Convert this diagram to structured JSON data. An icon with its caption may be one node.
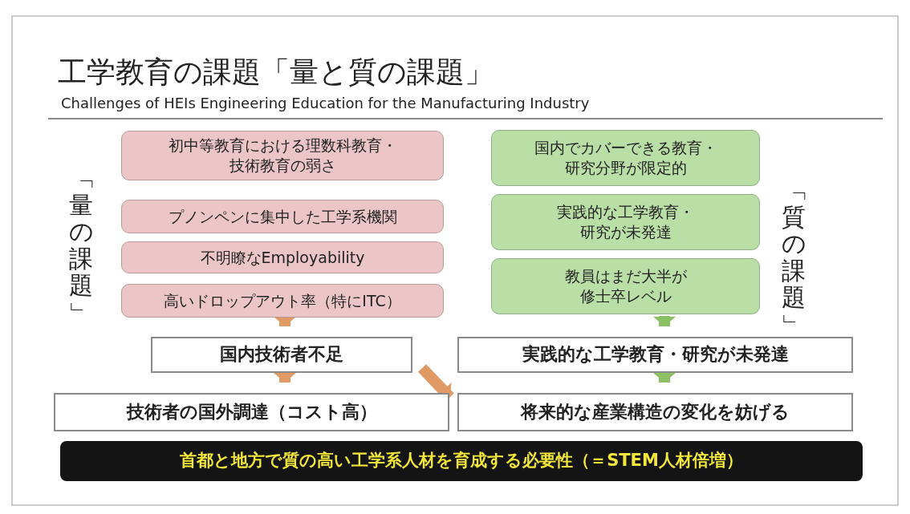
{
  "diagram": {
    "title": "工学教育の課題「量と質の課題」",
    "nodes": [
      {
        "text": [
          "初中等教育における理数科教育・技術教育の弱さ"
        ]
      },
      {
        "text": [
          "プノンペンに集中した工学系機関"
        ]
      },
      {
        "text": [
          "不明瞭なEmployability"
        ]
      },
      {
        "text": [
          "高いドロップアウト率（特にITC）"
        ]
      },
      {
        "text": [
          "国内でカバーできる教育・研究分野が限定的"
        ]
      },
      {
        "text": [
          "実践的な工学教育・研究が未発達"
        ]
      },
      {
        "text": [
          "教員はまだ大半が修士卒レベル"
        ]
      },
      {
        "text": [
          "国内技術者不足"
        ]
      },
      {
        "text": [
          "実践的な工学教育・研究が未発達"
        ]
      },
      {
        "text": [
          "技術者の国外調達（コスト高）"
        ]
      },
      {
        "text": [
          "将来的な産業構造の変化を妨げる"
        ]
      },
      {
        "text": [
          "首都と地方で質の高い工学系人材を育成する必要性（＝STEM人材倍増）"
        ]
      }
    ],
    "edges": [
      {
        "from": 3,
        "to": 7,
        "arrow": "to"
      },
      {
        "from": 6,
        "to": 8,
        "arrow": "to",
        "color": "#8cc063"
      },
      {
        "from": 7,
        "to": 9,
        "arrow": "to"
      },
      {
        "from": 8,
        "to": 10,
        "arrow": "to",
        "color": "#8cc063"
      },
      {
        "from": 7,
        "to": 10,
        "arrow": "to"
      }
    ],
    "labels": [
      "Challenges of HEIs Engineering Education for the Manufacturing Industry",
      "「量の課題」",
      "「質の課題」"
    ]
  }
}
